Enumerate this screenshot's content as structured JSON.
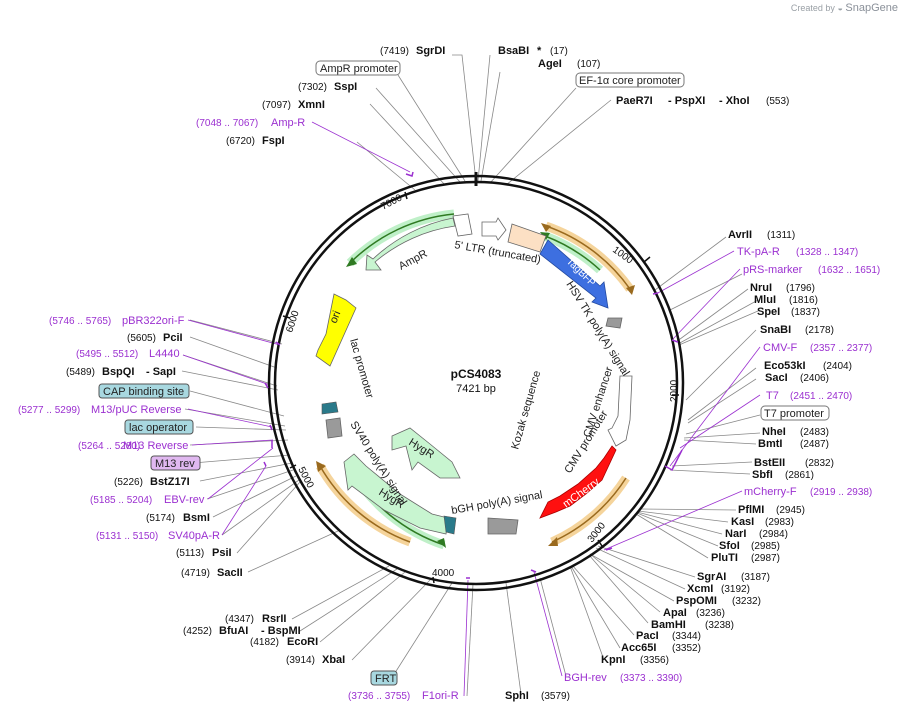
{
  "header": {
    "created_by": "Created by",
    "brand": "SnapGene"
  },
  "plasmid": {
    "name": "pCS4083",
    "size": "7421 bp"
  },
  "ticks": [
    "1000",
    "2000",
    "3000",
    "4000",
    "5000",
    "6000",
    "7000"
  ],
  "colors": {
    "ring": "#111111",
    "purple": "#9b30d0",
    "green": "#b7f0c0",
    "orange": "#f2b366",
    "blue": "#3d6fe0",
    "red": "#ff1010",
    "yellow": "#ffff00"
  },
  "inner_features": {
    "ampr": "AmpR",
    "ltr": "5' LTR (truncated)",
    "tagbfp": "TagBFP",
    "hsv_tk": "HSV TK poly(A) signal",
    "cmv_enhancer": "CMV enhancer",
    "cmv_promoter": "CMV promoter",
    "kozak": "Kozak sequence",
    "mcherry": "mCherry",
    "bgh": "bGH poly(A) signal",
    "hygr1": "HygR",
    "hygr2": "HygR",
    "sv40": "SV40 poly(A) signal",
    "lac_promoter": "lac promoter",
    "ori": "ori"
  },
  "labels": {
    "sgrdi_pos": "(7419)",
    "sgrdi": "SgrDI",
    "bsabi": "BsaBI",
    "bsabi_star": "*",
    "bsabi_pos": "(17)",
    "agei": "AgeI",
    "agei_pos": "(107)",
    "ampr_promoter": "AmpR promoter",
    "ef1a": "EF-1α core promoter",
    "sspi_pos": "(7302)",
    "sspi": "SspI",
    "xmni_pos": "(7097)",
    "xmni": "XmnI",
    "paer7i": "PaeR7I",
    "pspxi": "- PspXI",
    "xhoi": "- XhoI",
    "xhoi_pos": "(553)",
    "ampr_range": "(7048 .. 7067)",
    "ampr_primer": "Amp-R",
    "fspi_pos": "(6720)",
    "fspi": "FspI",
    "avrii": "AvrII",
    "avrii_pos": "(1311)",
    "tkpar": "TK-pA-R",
    "tkpar_range": "(1328 .. 1347)",
    "prs": "pRS-marker",
    "prs_range": "(1632 .. 1651)",
    "nrui": "NruI",
    "nrui_pos": "(1796)",
    "mlui": "MluI",
    "mlui_pos": "(1816)",
    "spei": "SpeI",
    "spei_pos": "(1837)",
    "snabi": "SnaBI",
    "snabi_pos": "(2178)",
    "cmvf": "CMV-F",
    "cmvf_range": "(2357 .. 2377)",
    "eco53ki": "Eco53kI",
    "eco53ki_pos": "(2404)",
    "saci": "SacI",
    "saci_pos": "(2406)",
    "t7": "T7",
    "t7_range": "(2451 .. 2470)",
    "t7_promoter": "T7 promoter",
    "nhei": "NheI",
    "nhei_pos": "(2483)",
    "bmti": "BmtI",
    "bmti_pos": "(2487)",
    "bsteii": "BstEII",
    "bsteii_pos": "(2832)",
    "sbfi": "SbfI",
    "sbfi_pos": "(2861)",
    "mcherryf": "mCherry-F",
    "mcherryf_range": "(2919 .. 2938)",
    "pflmi": "PflMI",
    "pflmi_pos": "(2945)",
    "kasi": "KasI",
    "kasi_pos": "(2983)",
    "nari": "NarI",
    "nari_pos": "(2984)",
    "sfoi": "SfoI",
    "sfoi_pos": "(2985)",
    "pluti": "PluTI",
    "pluti_pos": "(2987)",
    "sgrai": "SgrAI",
    "sgrai_pos": "(3187)",
    "xcmi": "XcmI",
    "xcmi_pos": "(3192)",
    "pspomi": "PspOMI",
    "pspomi_pos": "(3232)",
    "apai": "ApaI",
    "apai_pos": "(3236)",
    "bamhi": "BamHI",
    "bamhi_pos": "(3238)",
    "paci": "PacI",
    "paci_pos": "(3344)",
    "acc65i": "Acc65I",
    "acc65i_pos": "(3352)",
    "kpni": "KpnI",
    "kpni_pos": "(3356)",
    "bghrev": "BGH-rev",
    "bghrev_range": "(3373 .. 3390)",
    "sphi": "SphI",
    "sphi_pos": "(3579)",
    "f1ori_range": "(3736 .. 3755)",
    "f1ori": "F1ori-R",
    "frt": "FRT",
    "xbai_pos": "(3914)",
    "xbai": "XbaI",
    "ecori_pos": "(4182)",
    "ecori": "EcoRI",
    "bfuai_pos": "(4252)",
    "bfuai": "BfuAI",
    "bspmi": "- BspMI",
    "rsrii_pos": "(4347)",
    "rsrii": "RsrII",
    "sacii_pos": "(4719)",
    "sacii": "SacII",
    "psii_pos": "(5113)",
    "psii": "PsiI",
    "sv40par_range": "(5131 .. 5150)",
    "sv40par": "SV40pA-R",
    "bsmi_pos": "(5174)",
    "bsmi": "BsmI",
    "ebvrev_range": "(5185 .. 5204)",
    "ebvrev": "EBV-rev",
    "bstz17i_pos": "(5226)",
    "bstz17i": "BstZ17I",
    "m13rev": "M13 rev",
    "m13reverse_range": "(5264 .. 5280)",
    "m13reverse": "M13 Reverse",
    "lac_operator": "lac operator",
    "m13puc_range": "(5277 .. 5299)",
    "m13puc": "M13/pUC Reverse",
    "cap": "CAP binding site",
    "bspqi_pos": "(5489)",
    "bspqi": "BspQI",
    "sapi": "- SapI",
    "l4440_range": "(5495 .. 5512)",
    "l4440": "L4440",
    "pcii_pos": "(5605)",
    "pcii": "PciI",
    "pbr_range": "(5746 .. 5765)",
    "pbr": "pBR322ori-F"
  }
}
